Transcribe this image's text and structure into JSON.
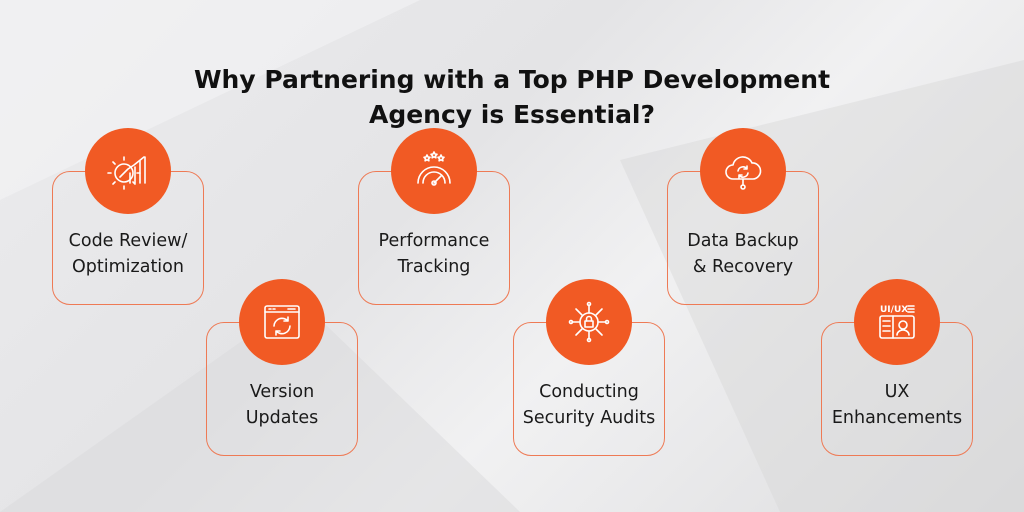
{
  "title": {
    "line1": "Why Partnering with a Top PHP Development",
    "line2": "Agency is Essential?"
  },
  "accent": "#f15a24",
  "items": [
    {
      "line1": "Code Review/",
      "line2": "Optimization",
      "icon": "gear-chart-icon"
    },
    {
      "line1": "Version",
      "line2": "Updates",
      "icon": "browser-refresh-icon"
    },
    {
      "line1": "Performance",
      "line2": "Tracking",
      "icon": "speedometer-stars-icon"
    },
    {
      "line1": "Conducting",
      "line2": "Security Audits",
      "icon": "circuit-lock-icon"
    },
    {
      "line1": "Data Backup",
      "line2": "& Recovery",
      "icon": "cloud-sync-icon"
    },
    {
      "line1": "UX",
      "line2": "Enhancements",
      "icon": "ui-ux-layout-icon"
    }
  ],
  "ux_icon_text": "UI/UX"
}
